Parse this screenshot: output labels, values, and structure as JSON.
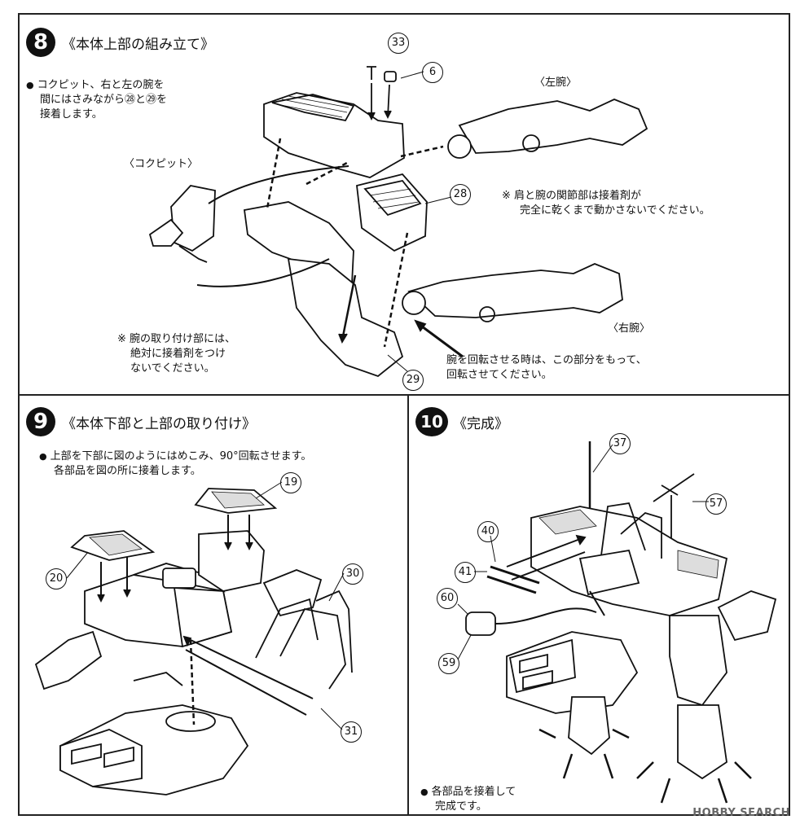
{
  "step8": {
    "number": "8",
    "title": "《本体上部の組み立て》",
    "instruction_line1": "コクピット、右と左の腕を",
    "instruction_line2": "間にはさみながら㉘と㉙を",
    "instruction_line3": "接着します。",
    "label_cockpit": "〈コクピット〉",
    "label_left_arm": "〈左腕〉",
    "label_right_arm": "〈右腕〉",
    "note_joint_line1": "※ 肩と腕の関節部は接着剤が",
    "note_joint_line2": "完全に乾くまで動かさないでください。",
    "note_mount_line1": "※ 腕の取り付け部には、",
    "note_mount_line2": "絶対に接着剤をつけ",
    "note_mount_line3": "ないでください。",
    "rotate_line1": "腕を回転させる時は、この部分をもって、",
    "rotate_line2": "回転させてください。",
    "parts": [
      "33",
      "6",
      "28",
      "29"
    ]
  },
  "step9": {
    "number": "9",
    "title": "《本体下部と上部の取り付け》",
    "instruction_line1": "上部を下部に図のようにはめこみ、90°回転させます。",
    "instruction_line2": "各部品を図の所に接着します。",
    "parts": [
      "19",
      "20",
      "30",
      "31"
    ]
  },
  "step10": {
    "number": "10",
    "title": "《完成》",
    "finish_line1": "各部品を接着して",
    "finish_line2": "完成です。",
    "parts": [
      "37",
      "57",
      "40",
      "41",
      "60",
      "59"
    ]
  },
  "watermark": "HOBBY SEARCH"
}
